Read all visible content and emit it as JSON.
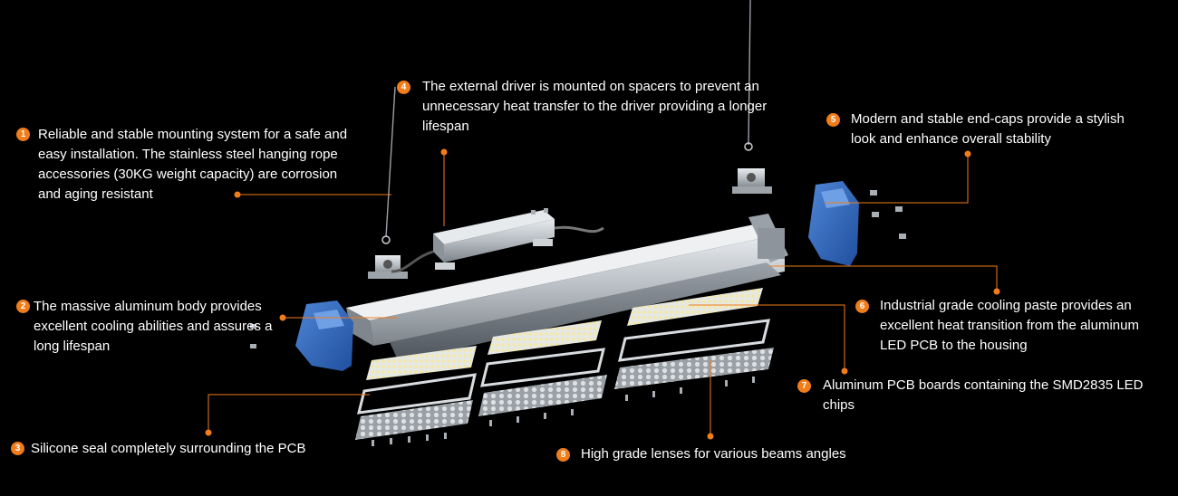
{
  "colors": {
    "background": "#000000",
    "accent": "#f07d1a",
    "text": "#ffffff",
    "aluminum": "#b9bec3",
    "endcap_blue": "#2f63b8"
  },
  "callouts": [
    {
      "num": "1",
      "text": "Reliable and stable mounting system for a safe and easy installation. The stainless steel hanging rope accessories (30KG weight capacity) are corrosion and aging resistant"
    },
    {
      "num": "2",
      "text": "The massive aluminum body provides excellent cooling abilities and assures a long lifespan"
    },
    {
      "num": "3",
      "text": "Silicone seal completely surrounding the PCB"
    },
    {
      "num": "4",
      "text": "The external driver is mounted on spacers to prevent an unnecessary heat transfer to the driver providing a longer lifespan"
    },
    {
      "num": "5",
      "text": "Modern and stable end-caps provide a stylish look and enhance overall stability"
    },
    {
      "num": "6",
      "text": "Industrial grade cooling paste provides an excellent heat transition from the aluminum LED PCB to the housing"
    },
    {
      "num": "7",
      "text": "Aluminum PCB boards containing the SMD2835 LED chips"
    },
    {
      "num": "8",
      "text": "High grade lenses for various beams angles"
    }
  ]
}
